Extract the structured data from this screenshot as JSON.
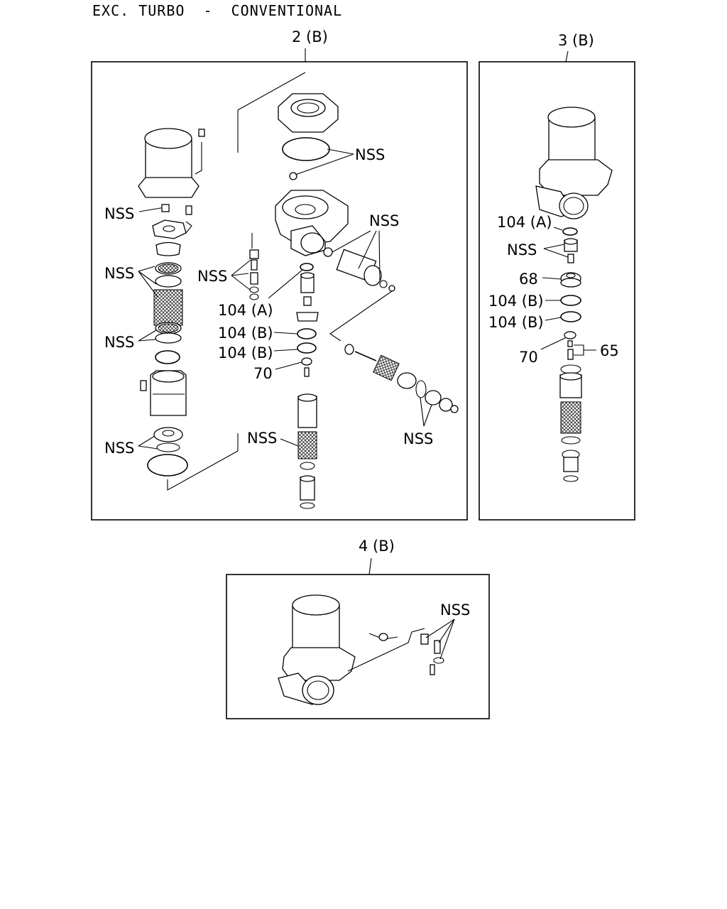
{
  "header": {
    "title": "EXC. TURBO  -  CONVENTIONAL"
  },
  "panels": {
    "p2b": {
      "label": "2 (B)"
    },
    "p3b": {
      "label": "3 (B)"
    },
    "p4b": {
      "label": "4 (B)"
    }
  },
  "callouts": {
    "nss": "NSS",
    "c104a": "104 (A)",
    "c104b": "104 (B)",
    "c70": "70",
    "c68": "68",
    "c65": "65"
  }
}
